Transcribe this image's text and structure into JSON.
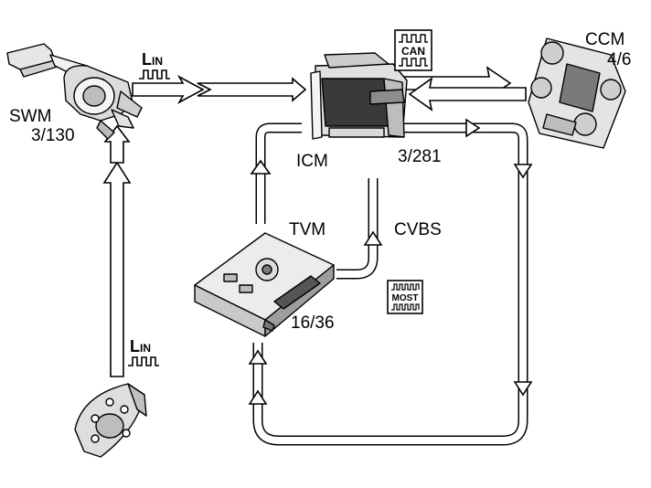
{
  "labels": {
    "swm_name": "SWM",
    "swm_code": "3/130",
    "icm_name": "ICM",
    "icm_code": "3/281",
    "ccm_name": "CCM",
    "ccm_code": "4/6",
    "tvm_name": "TVM",
    "tvm_code": "16/36",
    "cvbs": "CVBS"
  },
  "badges": {
    "lin_top_prefix": "L",
    "lin_top_suffix": "IN",
    "lin_left_prefix": "L",
    "lin_left_suffix": "IN",
    "can": "CAN",
    "most": "MOST"
  },
  "icons": [
    "lever-switch-icon",
    "instrument-module-icon",
    "climate-panel-icon",
    "tv-module-icon",
    "steering-buttons-icon",
    "square-wave-icon"
  ]
}
